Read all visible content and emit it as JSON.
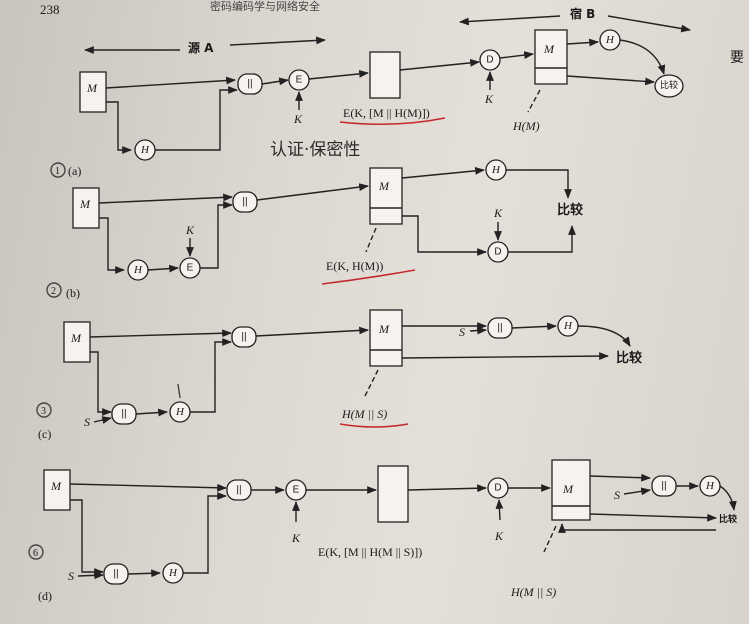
{
  "header": {
    "page_number": "238",
    "book_title": "密码编码学与网络安全",
    "source_label": "源 A",
    "dest_label": "宿 B",
    "margin_char": "要"
  },
  "labels": {
    "M": "M",
    "H": "H",
    "E": "E",
    "D": "D",
    "K": "K",
    "S": "S",
    "concat": "||",
    "compare": "比较"
  },
  "panels": [
    {
      "tag": "(a)",
      "expr_main": "E(K, [M || H(M)])",
      "expr_tap": "H(M)",
      "handwritten_note": "认证·保密性",
      "circled_num": "1"
    },
    {
      "tag": "(b)",
      "expr_main": "E(K, H(M))",
      "circled_num": "2"
    },
    {
      "tag": "(c)",
      "expr_tap": "H(M || S)",
      "circled_num": "3"
    },
    {
      "tag": "(d)",
      "expr_main": "E(K, [M || H(M || S)])",
      "expr_tap": "H(M || S)",
      "circled_num": "6"
    }
  ],
  "colors": {
    "ink": "#1a1a1a",
    "red_pen": "#c4282d",
    "paper": "#dcd8d1"
  }
}
